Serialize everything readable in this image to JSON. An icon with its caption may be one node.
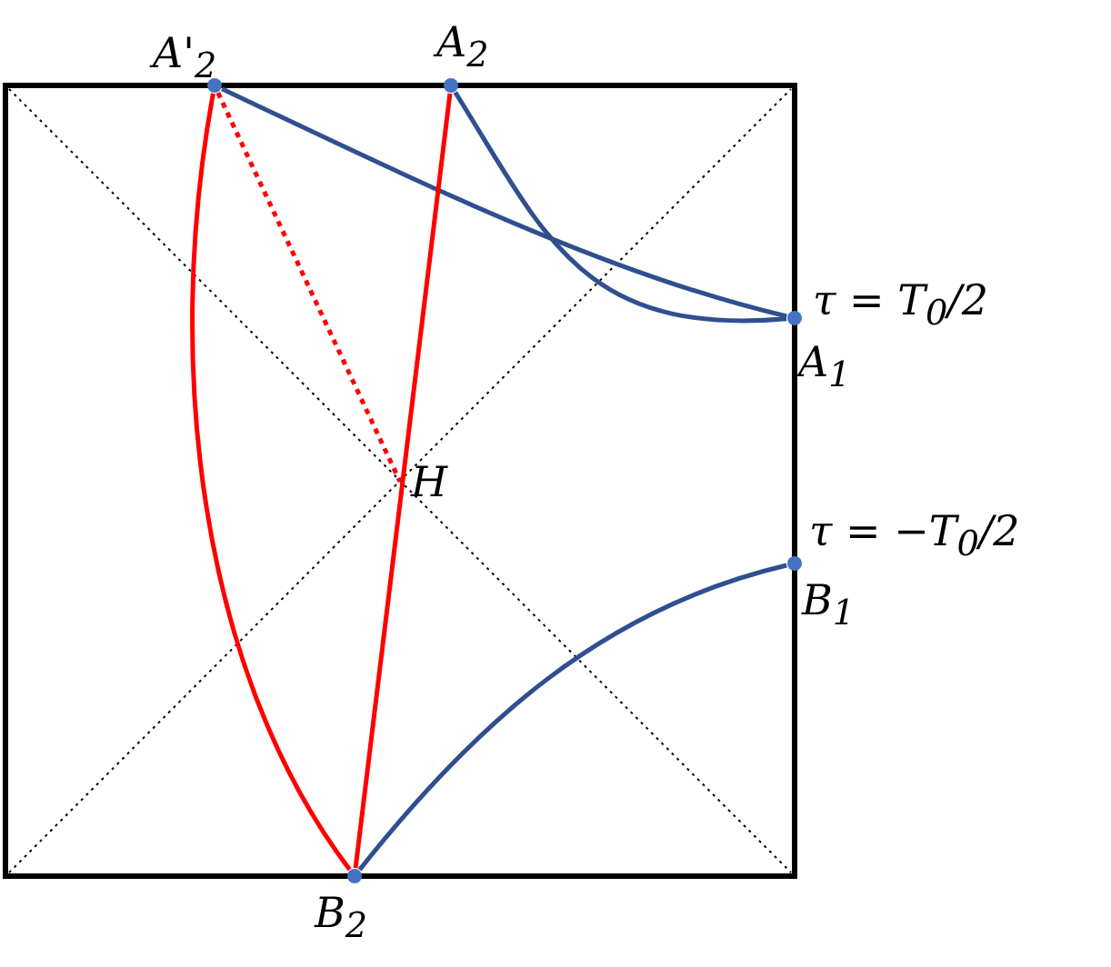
{
  "diagram": {
    "nodes": [
      {
        "text": [
          "A'$_{2}$"
        ]
      },
      {
        "text": [
          "A$_{2}$"
        ]
      },
      {
        "text": [
          "A$_{1}$"
        ],
        "beside": [
          "τ = T$_{0}$/2"
        ]
      },
      {
        "text": [
          "H"
        ]
      },
      {
        "text": [
          "B$_{1}$"
        ],
        "beside": [
          "τ = −T$_{0}$/2"
        ]
      },
      {
        "text": [
          "B$_{2}$"
        ]
      }
    ],
    "edges": [
      {
        "from": 0,
        "to": 2,
        "arrow": "none",
        "color": "#2f4f8f"
      },
      {
        "from": 1,
        "to": 2,
        "arrow": "none",
        "color": "#2f4f8f"
      },
      {
        "from": 0,
        "to": 5,
        "arrow": "none",
        "color": "#ff0000"
      },
      {
        "from": 1,
        "to": 5,
        "arrow": "none",
        "color": "#ff0000"
      },
      {
        "from": 0,
        "to": 3,
        "arrow": "none",
        "style": "dashed",
        "color": "#ff0000"
      },
      {
        "from": 5,
        "to": 4,
        "arrow": "none",
        "color": "#2f4f8f"
      }
    ]
  }
}
